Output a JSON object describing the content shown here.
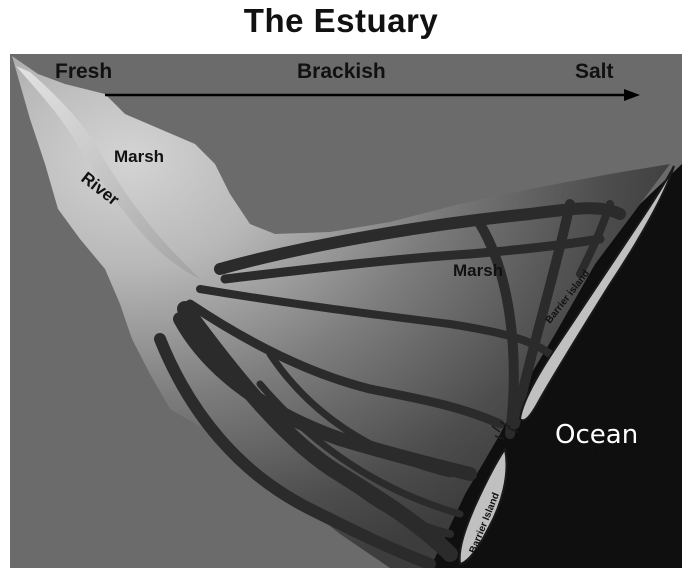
{
  "title": "The Estuary",
  "salinity": {
    "fresh": "Fresh",
    "brackish": "Brackish",
    "salt": "Salt"
  },
  "labels": {
    "marsh_upper": "Marsh",
    "river": "River",
    "marsh_lower": "Marsh",
    "barrier_island_upper": "Barrier island",
    "barrier_island_lower": "Barrier Island",
    "ocean_faded": "Ocean",
    "inlet_faded": "Inlet",
    "ocean": "Ocean"
  },
  "colors": {
    "background": "#6e6e6e",
    "land_fresh": "#c9c9c9",
    "land_salt": "#4a4a4a",
    "channel": "#2e2e2e",
    "ocean": "#111111",
    "barrier_island": "#bdbdbd"
  }
}
